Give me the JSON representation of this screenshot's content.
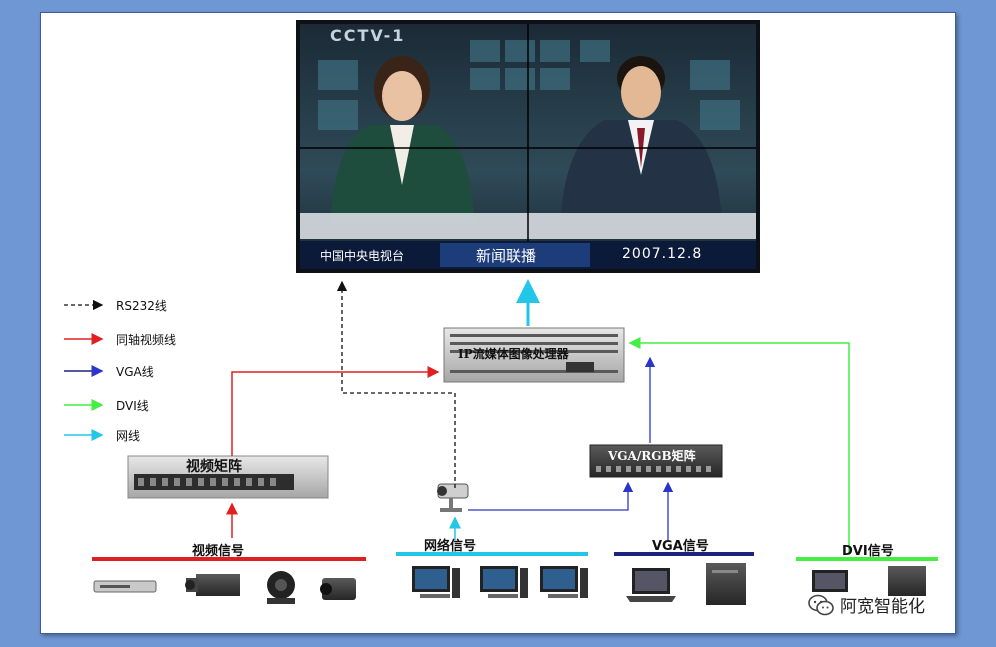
{
  "legend": [
    {
      "label": "RS232线",
      "color": "#111111",
      "style": "dashed"
    },
    {
      "label": "同轴视频线",
      "color": "#e02020",
      "style": "solid"
    },
    {
      "label": "VGA线",
      "color": "#1a237e",
      "style": "solid"
    },
    {
      "label": "DVI线",
      "color": "#44ee44",
      "style": "solid"
    },
    {
      "label": "网线",
      "color": "#22b6d6",
      "style": "solid"
    }
  ],
  "screen": {
    "logo": "CCTV-1",
    "ticker_left": "中国中央电视台",
    "ticker_center": "新闻联播",
    "ticker_date": "2007.12.8"
  },
  "devices": {
    "processor": "IP流媒体图像处理器",
    "video_matrix": "视频矩阵",
    "vga_matrix": "VGA/RGB矩阵"
  },
  "sources": {
    "video": "视频信号",
    "network": "网络信号",
    "vga": "VGA信号",
    "dvi": "DVI信号"
  },
  "watermark": "阿宽智能化",
  "colors": {
    "rs232": "#111111",
    "coax": "#e02020",
    "vga": "#1a237e",
    "dvi": "#44ee44",
    "network": "#22b6d6"
  }
}
